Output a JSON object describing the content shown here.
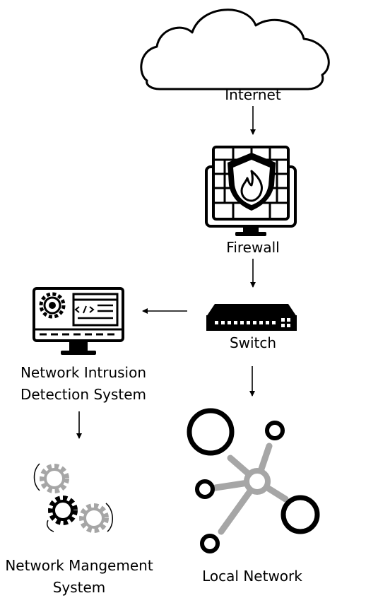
{
  "nodes": {
    "internet": {
      "label": "Internet",
      "icon": "cloud-icon"
    },
    "firewall": {
      "label": "Firewall",
      "icon": "firewall-monitor-icon"
    },
    "switch": {
      "label": "Switch",
      "icon": "network-switch-icon"
    },
    "nids": {
      "label_line1": "Network Intrusion",
      "label_line2": "Detection System",
      "icon": "code-monitor-gear-icon"
    },
    "nms": {
      "label_line1": "Network Mangement",
      "label_line2": "System",
      "icon": "gears-icon"
    },
    "local_network": {
      "label": "Local Network",
      "icon": "network-nodes-icon"
    }
  },
  "edges": [
    {
      "from": "internet",
      "to": "firewall"
    },
    {
      "from": "firewall",
      "to": "switch"
    },
    {
      "from": "switch",
      "to": "nids"
    },
    {
      "from": "switch",
      "to": "local_network"
    },
    {
      "from": "nids",
      "to": "nms"
    }
  ],
  "colors": {
    "ink": "#000000",
    "gray": "#a6a6a6",
    "background": "#ffffff"
  }
}
